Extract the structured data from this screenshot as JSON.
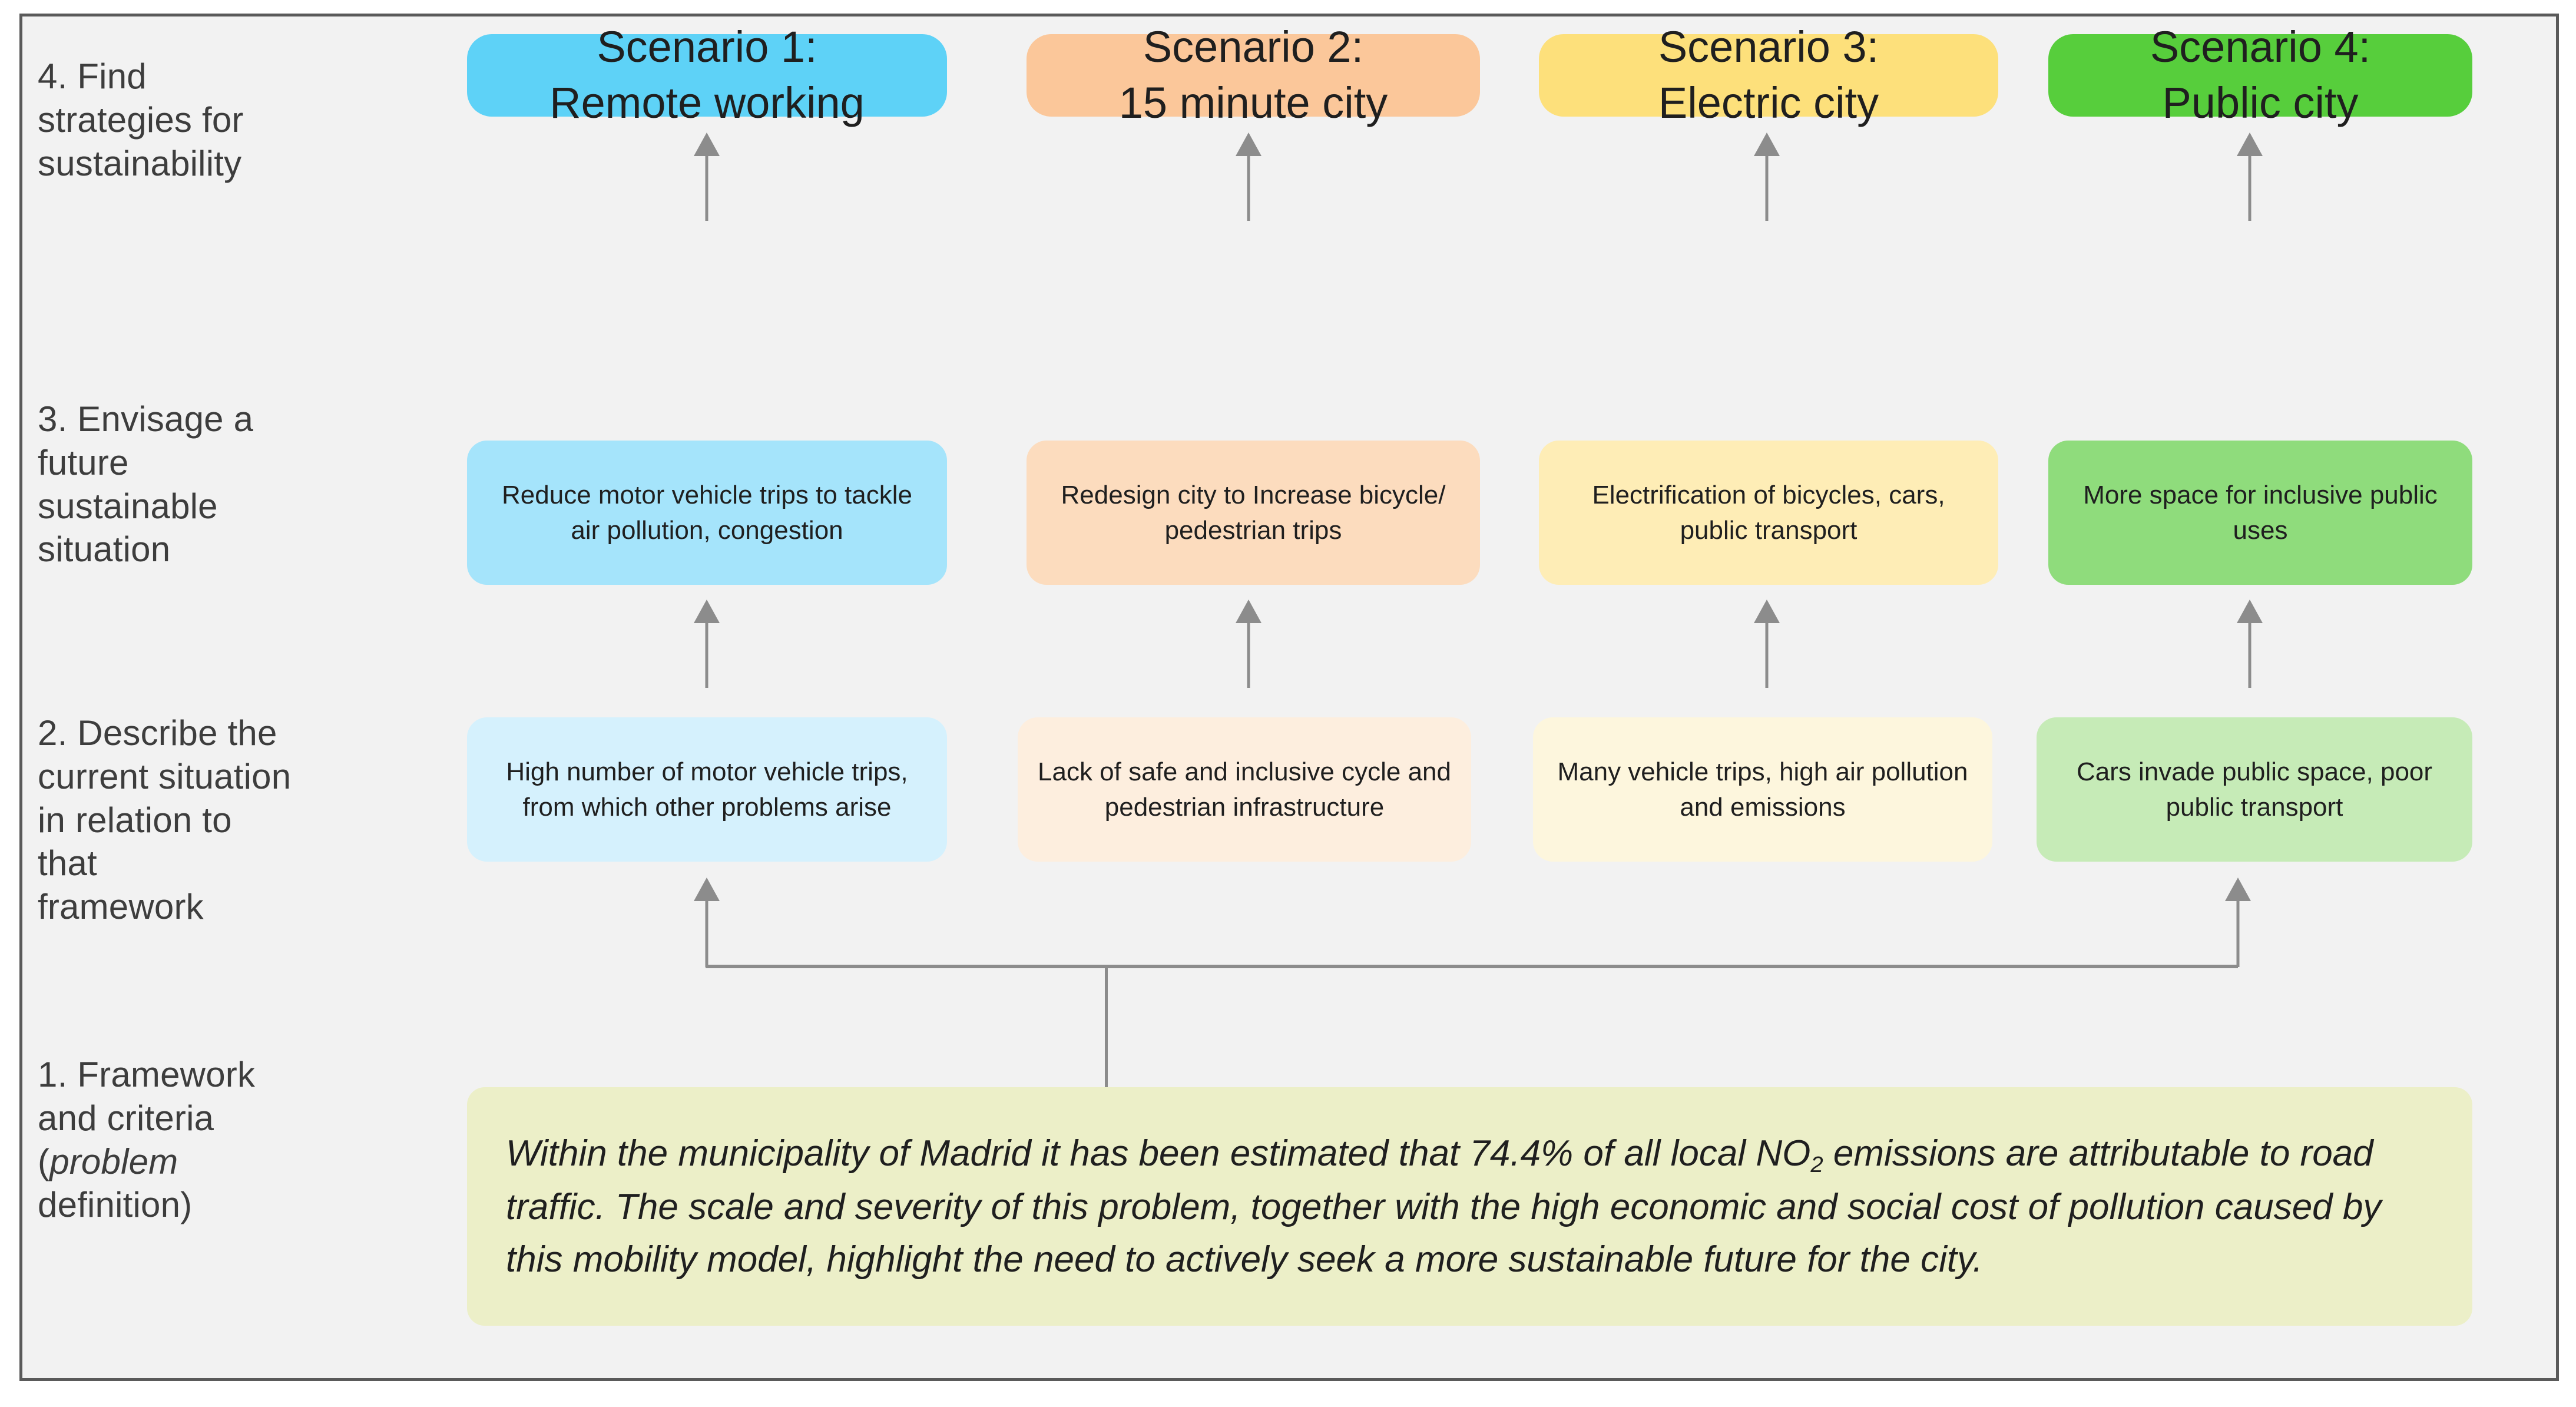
{
  "diagram": {
    "title": "Sustainability scenario planning framework for Madrid mobility",
    "background_color": "#f2f2f2",
    "border_color": "#5a5a5a",
    "connector_color": "#8c8c8c"
  },
  "row_labels": [
    {
      "id": "step-4",
      "text": "4. Find\nstrategies for\nsustainability"
    },
    {
      "id": "step-3",
      "text": "3. Envisage a\nfuture sustainable\nsituation"
    },
    {
      "id": "step-2",
      "text": "2. Describe the\ncurrent situation\nin relation to that\nframework"
    },
    {
      "id": "step-1",
      "prefix": "1. Framework\nand criteria\n(",
      "emphasis": "problem",
      "suffix": "\ndefinition)"
    }
  ],
  "columns": [
    {
      "index": 1,
      "scenario": {
        "line1": "Scenario 1:",
        "line2": "Remote working",
        "color": "#5ed2f7"
      },
      "future": {
        "text": "Reduce motor vehicle trips to tackle air pollution, congestion",
        "color": "#a5e4fb"
      },
      "current": {
        "text": "High number of motor vehicle trips, from which other problems arise",
        "color": "#d5f1fd"
      }
    },
    {
      "index": 2,
      "scenario": {
        "line1": "Scenario 2:",
        "line2": "15 minute city",
        "color": "#fbc79a"
      },
      "future": {
        "text": "Redesign city to Increase bicycle/ pedestrian trips",
        "color": "#fcdcbe"
      },
      "current": {
        "text": "Lack of safe and inclusive cycle and pedestrian infrastructure",
        "color": "#fdeede"
      }
    },
    {
      "index": 3,
      "scenario": {
        "line1": "Scenario 3:",
        "line2": "Electric city",
        "color": "#fde07b"
      },
      "future": {
        "text": "Electrification of bicycles, cars, public transport",
        "color": "#feedb6"
      },
      "current": {
        "text": "Many vehicle trips, high air pollution and emissions",
        "color": "#fdf6dd"
      }
    },
    {
      "index": 4,
      "scenario": {
        "line1": "Scenario 4:",
        "line2": "Public city",
        "color": "#57ce3c"
      },
      "future": {
        "text": "More space for inclusive public uses",
        "color": "#8fdc7c"
      },
      "current": {
        "text": "Cars invade public space, poor public transport",
        "color": "#c6ebb7"
      }
    }
  ],
  "framework": {
    "color": "#ecefc8",
    "part1": "Within the municipality of Madrid it has been estimated that 74.4% of all local NO",
    "subscript": "2",
    "part2": " emissions are attributable to road traffic. The scale and severity of this problem, together with the high economic and social cost of pollution caused by this mobility model, highlight the need to actively seek a more sustainable future for the city.",
    "statistic": "74.4%",
    "pollutant": "NO2",
    "city": "Madrid"
  }
}
